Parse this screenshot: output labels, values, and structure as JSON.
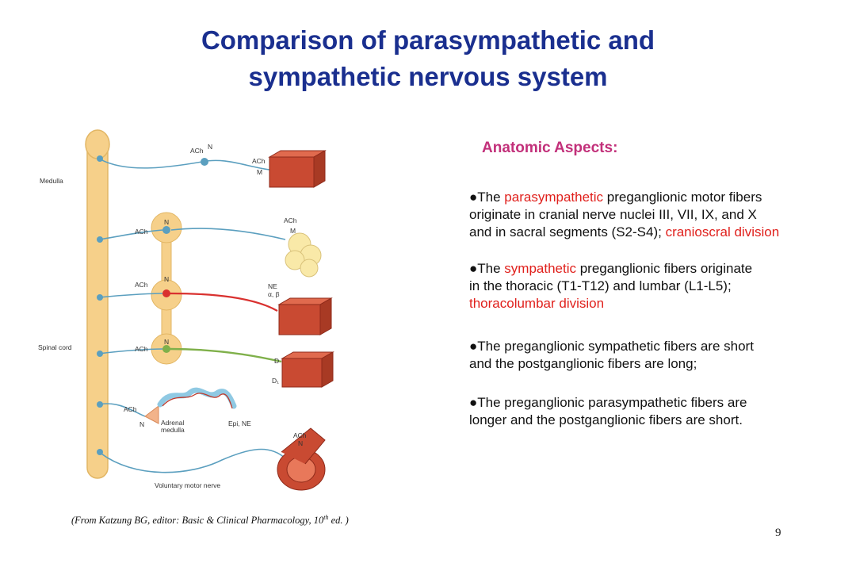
{
  "slide": {
    "title_line1": "Comparison of parasympathetic and",
    "title_line2": "sympathetic nervous system",
    "page_number": "9"
  },
  "diagram": {
    "labels": {
      "medulla": "Medulla",
      "spinal_cord": "Spinal cord",
      "voluntary_motor_nerve": "Voluntary motor nerve",
      "adrenal_medulla_line1": "Adrenal",
      "adrenal_medulla_line2": "medulla",
      "epi_ne": "Epi, NE"
    },
    "rows": [
      {
        "pre_transmitter": "ACh",
        "receptor": "N",
        "post_transmitter": "ACh",
        "post_receptor": "M"
      },
      {
        "pre_transmitter": "ACh",
        "receptor": "N",
        "post_transmitter": "ACh",
        "post_receptor": "M"
      },
      {
        "pre_transmitter": "ACh",
        "receptor": "N",
        "post_transmitter": "NE",
        "post_receptor": "α, β"
      },
      {
        "pre_transmitter": "ACh",
        "receptor": "N",
        "post_transmitter": "D",
        "post_receptor": "D₁"
      },
      {
        "pre_transmitter": "ACh",
        "receptor": "N"
      },
      {
        "post_transmitter": "ACh",
        "post_receptor": "N"
      }
    ],
    "colors": {
      "nerve": "#5b9fbf",
      "sympathetic_post": "#d9312f",
      "dopamine_post": "#7fb04a",
      "cord": "#f6d08a"
    }
  },
  "anatomic": {
    "heading": "Anatomic Aspects:",
    "bullet1": {
      "prefix": "●The ",
      "highlight": "parasympathetic",
      "rest1": " preganglionic motor fibers",
      "line2": "originate in cranial nerve nuclei III, VII, IX, and X",
      "line3": "and in sacral segments (S2-S4); ",
      "highlight2": "cranioscral division"
    },
    "bullet2": {
      "prefix": "●The ",
      "highlight": "sympathetic",
      "rest1": " preganglionic fibers originate",
      "line2": "in the thoracic (T1-T12) and lumbar (L1-L5);",
      "highlight2": "thoracolumbar division"
    },
    "bullet3": {
      "line1": "●The preganglionic sympathetic fibers are short",
      "line2": "and the postganglionic fibers are long;"
    },
    "bullet4": {
      "line1": "●The preganglionic  parasympathetic fibers are",
      "line2": "longer  and the postganglionic fibers are short."
    }
  },
  "citation": {
    "text": "(From Katzung BG, editor: Basic & Clinical Pharmacology, 10",
    "sup": "th",
    "end": " ed. )"
  }
}
